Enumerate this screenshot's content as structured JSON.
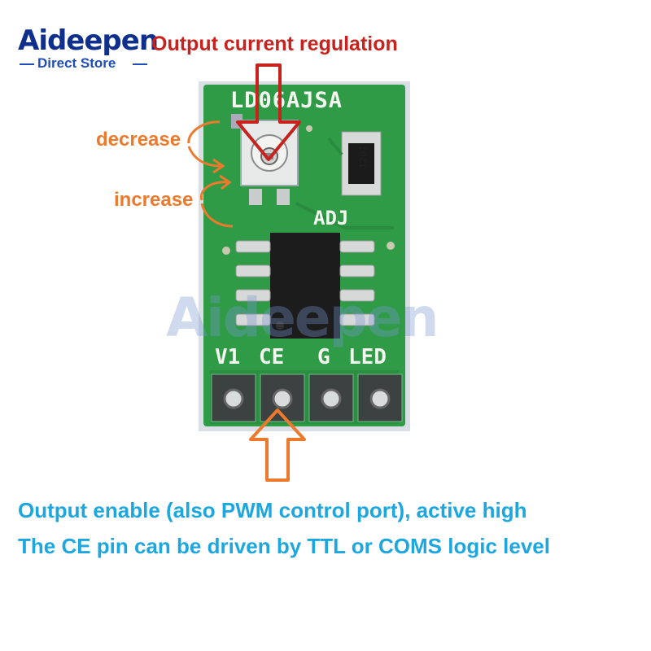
{
  "logo": {
    "brand": "Aideepen",
    "subtitle": "Direct Store"
  },
  "title": "Output current regulation",
  "labels": {
    "decrease": "decrease",
    "increase": "increase"
  },
  "board": {
    "part_number": "LD06AJSA",
    "adj_label": "ADJ",
    "resistor_code": "1201",
    "pins": [
      "V1",
      "CE",
      "G",
      "LED"
    ]
  },
  "captions": {
    "line1": "Output enable (also PWM control port), active high",
    "line2": "The CE pin can be driven by TTL or COMS logic level"
  },
  "colors": {
    "board_green": "#2f9b47",
    "title_red": "#c7221d",
    "label_orange": "#ec7a2d",
    "caption_blue": "#1ea7df",
    "logo_blue": "#0f2f8c"
  }
}
